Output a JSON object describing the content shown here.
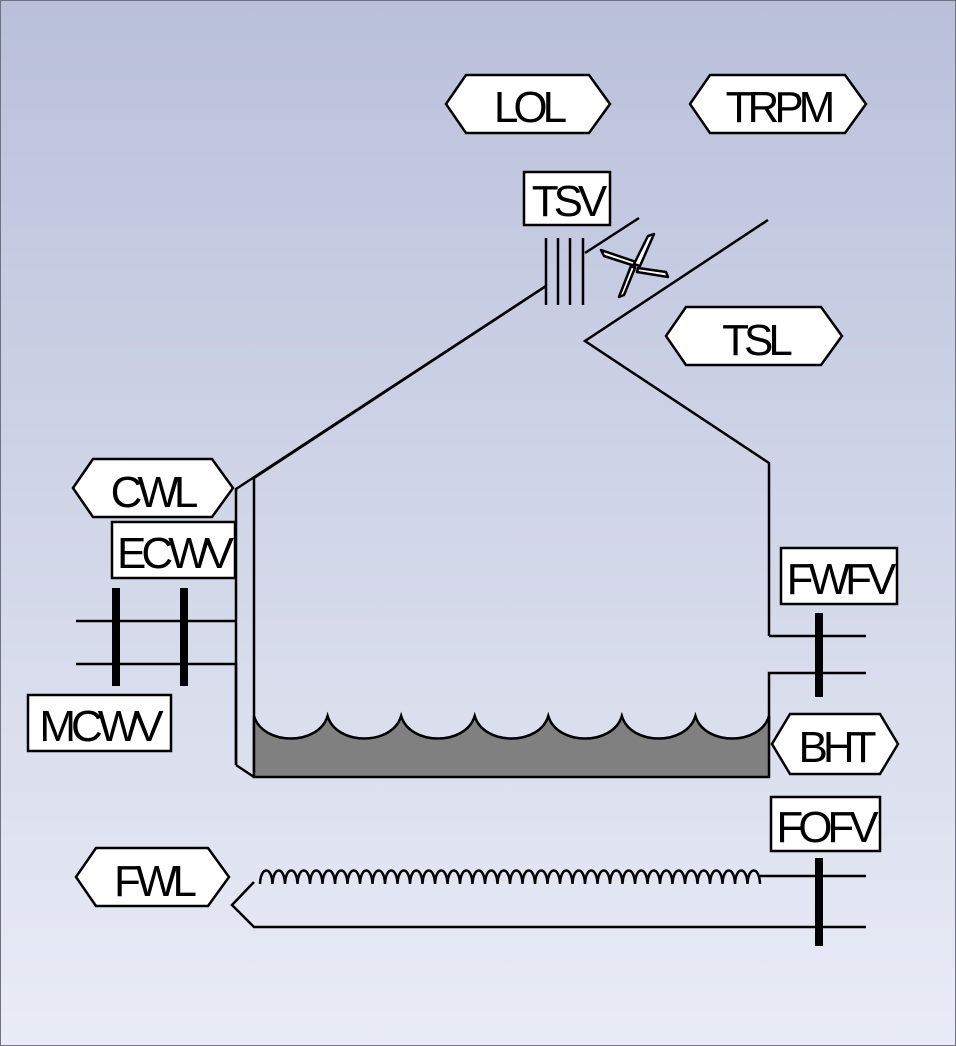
{
  "colors": {
    "background_top": "#B9C0DA",
    "background_bottom": "#E9ECF6",
    "line": "#000000",
    "label_fill": "#FFFFFF",
    "water": "#808080"
  },
  "labels": {
    "lol": "LOL",
    "trpm": "TRPM",
    "tsv": "TSV",
    "tsl": "TSL",
    "cwl": "CWL",
    "ecwv": "ECWV",
    "mcwv": "MCWV",
    "fwfv": "FWFV",
    "bht": "BHT",
    "fofv": "FOFV",
    "fwl": "FWL"
  }
}
